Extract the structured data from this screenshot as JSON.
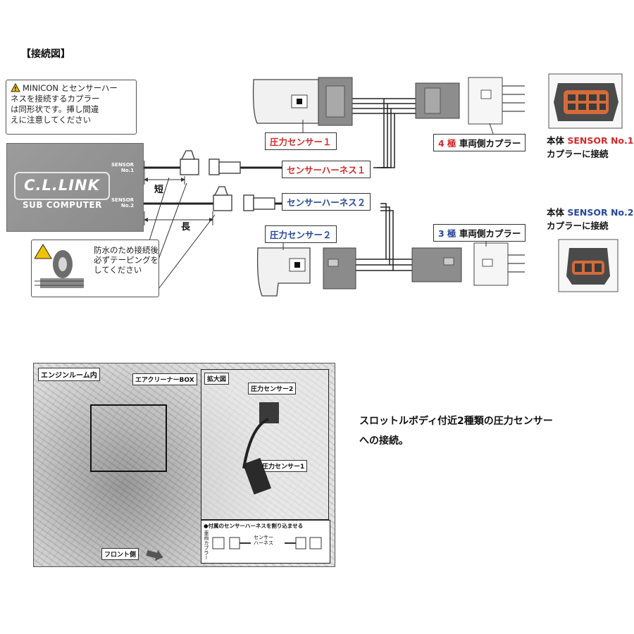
{
  "section_title": "【接続図】",
  "caution_note": {
    "lines": [
      "MINICON とセンサーハー",
      "ネスを接続するカプラー",
      "は同形状です。挿し間違",
      "えに注意してください"
    ]
  },
  "waterproof_note": {
    "lines": [
      "防水のため接続後",
      "必ずテーピングを",
      "してください"
    ]
  },
  "sub_computer": {
    "logo": "C.L.LINK",
    "name": "SUB COMPUTER",
    "port1": [
      "SENSOR",
      "No.1"
    ],
    "port2": [
      "SENSOR",
      "No.2"
    ]
  },
  "length_short": "短",
  "length_long": "長",
  "harness1": "センサーハーネス１",
  "harness2": "センサーハーネス２",
  "sensor1": "圧力センサー１",
  "sensor2": "圧力センサー２",
  "vehicle_coupler_4": {
    "poles": "4 極",
    "text": " 車両側カプラー"
  },
  "vehicle_coupler_3": {
    "poles": "3 極",
    "text": " 車両側カプラー"
  },
  "body_sensor1": {
    "prefix": "本体 ",
    "sensor": "SENSOR No.1",
    "line2": "カプラーに接続"
  },
  "body_sensor2": {
    "prefix": "本体 ",
    "sensor": "SENSOR No.2",
    "line2": "カプラーに接続"
  },
  "photo": {
    "engine_room": "エンジンルーム内",
    "air_cleaner": "エアクリーナーBOX",
    "zoom": "拡大図",
    "sensor2": "圧力センサー2",
    "sensor1": "圧力センサー1",
    "front": "フロント側",
    "insert_note": "●付属のセンサーハーネスを割り込ませる",
    "vehicle_coupler": "車両カプラー",
    "harness": [
      "センサー",
      "ハーネス"
    ]
  },
  "caption": [
    "スロットルボディ付近2種類の圧力センサー",
    "への接続。"
  ],
  "colors": {
    "red": "#d42a2a",
    "blue": "#27479c",
    "computer": "#949494"
  }
}
